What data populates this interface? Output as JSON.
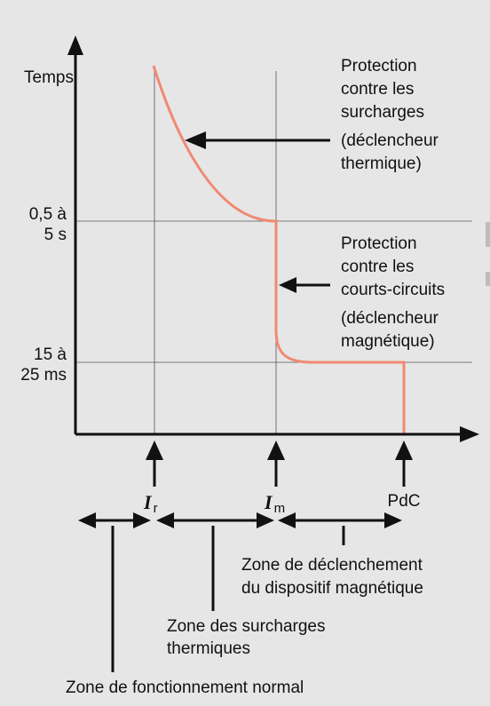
{
  "y_axis": {
    "label": "Temps",
    "tick_1": [
      "0,5 à",
      "5 s"
    ],
    "tick_2": [
      "15 à",
      "25 ms"
    ]
  },
  "x_markers": {
    "ir": {
      "symbol": "I",
      "sub": "r"
    },
    "im": {
      "symbol": "I",
      "sub": "m"
    },
    "pdc": "PdC"
  },
  "annotations": {
    "thermal": [
      "Protection",
      "contre les",
      "surcharges",
      "(déclencheur",
      "thermique)"
    ],
    "magnetic": [
      "Protection",
      "contre les",
      "courts-circuits",
      "(déclencheur",
      "magnétique)"
    ]
  },
  "zones": {
    "normal": "Zone de fonctionnement normal",
    "thermal": [
      "Zone des surcharges",
      "thermiques"
    ],
    "magnetic": [
      "Zone de déclenchement",
      "du dispositif magnétique"
    ]
  },
  "colors": {
    "background": "#e6e6e6",
    "curve": "#f08a73",
    "ink": "#111111",
    "guide": "#555555"
  }
}
